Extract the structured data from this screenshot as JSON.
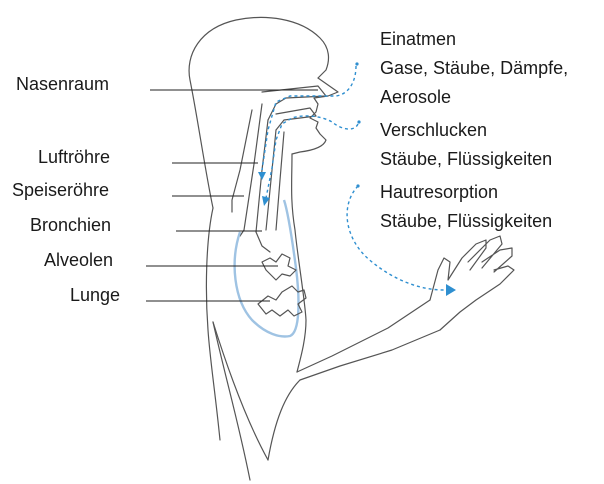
{
  "labels_left": {
    "nasenraum": "Nasenraum",
    "luftroehre": "Luftröhre",
    "speiseroehre": "Speiseröhre",
    "bronchien": "Bronchien",
    "alveolen": "Alveolen",
    "lunge": "Lunge"
  },
  "routes_right": {
    "einatmen_title": "Einatmen",
    "einatmen_line1": "Gase, Stäube, Dämpfe,",
    "einatmen_line2": "Aerosole",
    "verschlucken_title": "Verschlucken",
    "verschlucken_line1": "Stäube, Flüssigkeiten",
    "haut_title": "Hautresorption",
    "haut_line1": "Stäube, Flüssigkeiten"
  },
  "colors": {
    "route_arrow": "#2f8fd0",
    "lung_outline": "#9fc3e3",
    "body_outline": "#555555"
  }
}
